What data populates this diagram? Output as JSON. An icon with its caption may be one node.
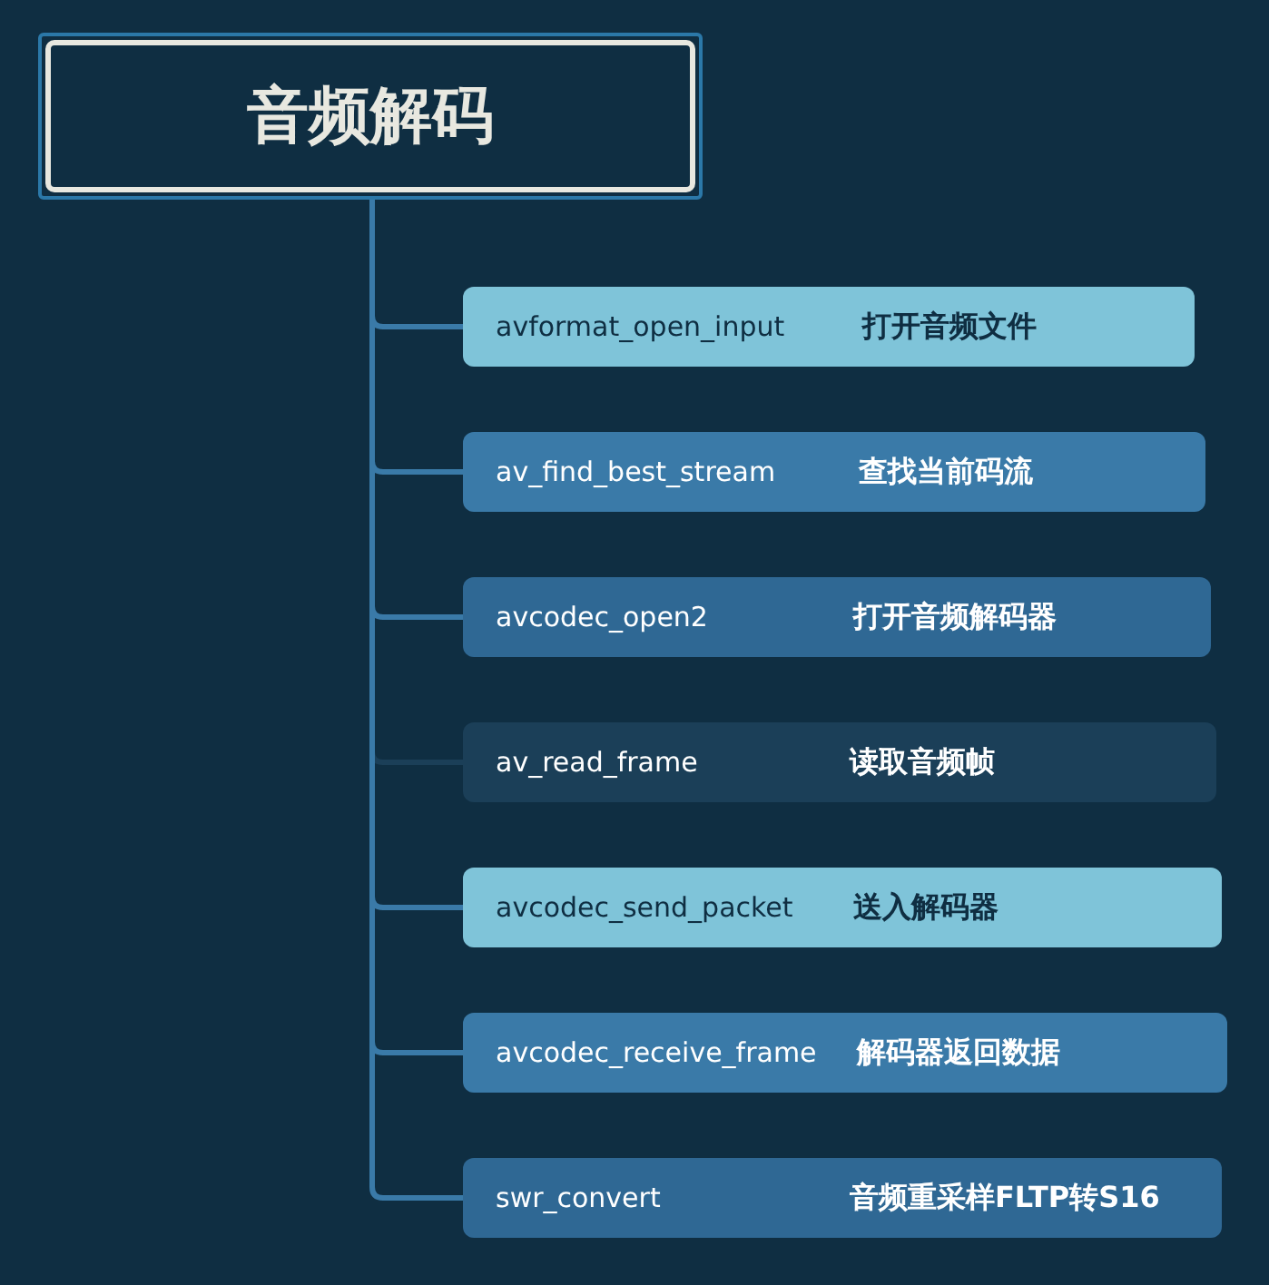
{
  "diagram": {
    "nodes": [
      {
        "text": [
          "音频解码"
        ]
      },
      {
        "text": [
          "avformat_open_input",
          "打开音频文件"
        ]
      },
      {
        "text": [
          "av_find_best_stream",
          "查找当前码流"
        ]
      },
      {
        "text": [
          "avcodec_open2",
          "打开音频解码器"
        ]
      },
      {
        "text": [
          "av_read_frame",
          "读取音频帧"
        ]
      },
      {
        "text": [
          "avcodec_send_packet",
          "送入解码器"
        ]
      },
      {
        "text": [
          "avcodec_receive_frame",
          "解码器返回数据"
        ]
      },
      {
        "text": [
          "swr_convert",
          "音频重采样FLTP转S16"
        ]
      }
    ],
    "edges": [
      {
        "from": 0,
        "to": 1,
        "arrow": "none"
      },
      {
        "from": 0,
        "to": 2,
        "arrow": "none"
      },
      {
        "from": 0,
        "to": 3,
        "arrow": "none"
      },
      {
        "from": 0,
        "to": 4,
        "arrow": "none",
        "color": "#1b3f58"
      },
      {
        "from": 0,
        "to": 5,
        "arrow": "none"
      },
      {
        "from": 0,
        "to": 6,
        "arrow": "none"
      },
      {
        "from": 0,
        "to": 7,
        "arrow": "none"
      }
    ]
  }
}
